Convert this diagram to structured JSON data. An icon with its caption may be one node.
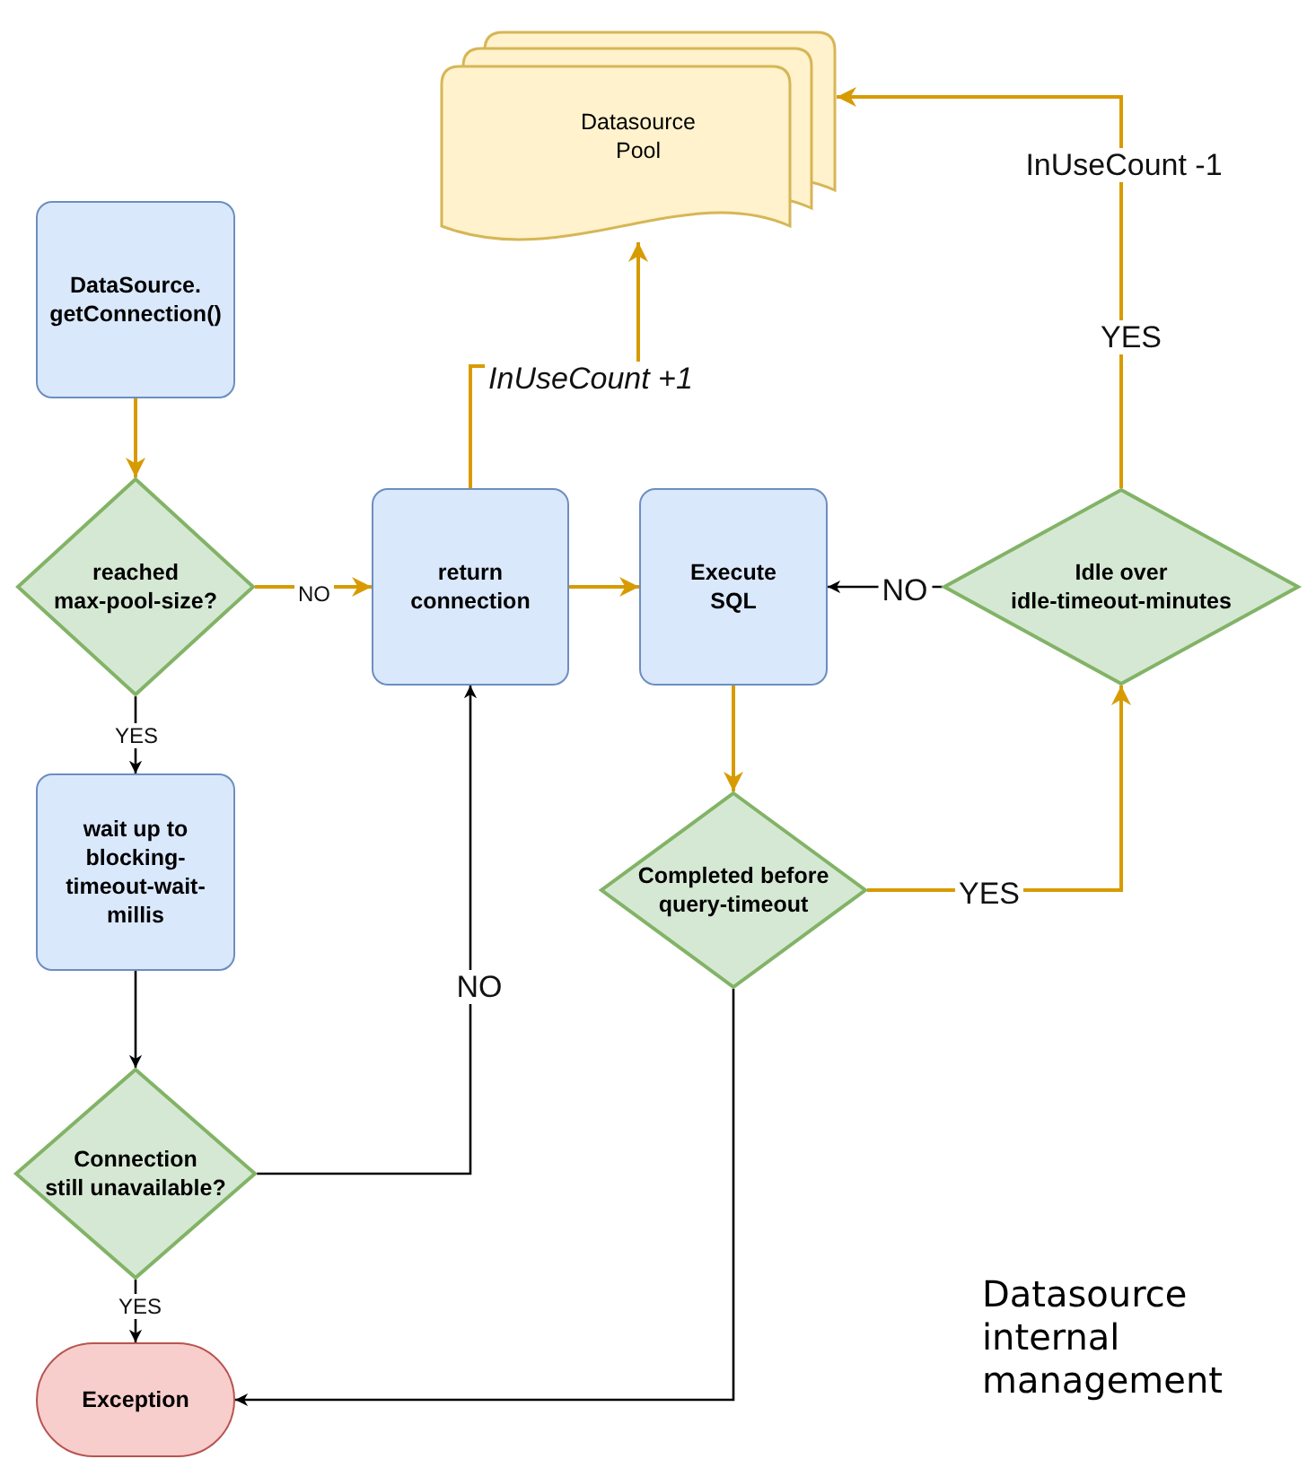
{
  "diagram": {
    "title": "Datasource internal management",
    "nodes": [
      {
        "text": [
          "Datasource Pool"
        ]
      },
      {
        "text": [
          "DataSource. getConnection()"
        ]
      },
      {
        "text": [
          "reached max-pool-size?"
        ]
      },
      {
        "text": [
          "return connection"
        ]
      },
      {
        "text": [
          "Execute SQL"
        ]
      },
      {
        "text": [
          "Idle over idle-timeout-minutes"
        ]
      },
      {
        "text": [
          "wait up to blocking-timeout-wait-millis"
        ]
      },
      {
        "text": [
          "Completed before query-timeout"
        ]
      },
      {
        "text": [
          "Connection still unavailable?"
        ]
      },
      {
        "text": [
          "Exception"
        ]
      }
    ],
    "edges": [
      {
        "from": 1,
        "to": 2,
        "arrow": "to"
      },
      {
        "from": 2,
        "to": 3,
        "arrow": "to",
        "label": "NO"
      },
      {
        "from": 2,
        "to": 6,
        "arrow": "to",
        "label": "YES",
        "color": "#000000"
      },
      {
        "from": 3,
        "to": 0,
        "arrow": "to",
        "label": "InUseCount +1"
      },
      {
        "from": 3,
        "to": 4,
        "arrow": "to"
      },
      {
        "from": 5,
        "to": 4,
        "arrow": "to",
        "label": "NO",
        "color": "#000000"
      },
      {
        "from": 5,
        "to": 0,
        "arrow": "to",
        "label": "YES"
      },
      {
        "from": 4,
        "to": 7,
        "arrow": "to"
      },
      {
        "from": 7,
        "to": 5,
        "arrow": "to",
        "label": "YES"
      },
      {
        "from": 7,
        "to": 9,
        "arrow": "to",
        "color": "#000000"
      },
      {
        "from": 6,
        "to": 8,
        "arrow": "to",
        "color": "#000000"
      },
      {
        "from": 8,
        "to": 3,
        "arrow": "to",
        "label": "NO",
        "color": "#000000"
      },
      {
        "from": 8,
        "to": 9,
        "arrow": "to",
        "label": "YES",
        "color": "#000000"
      }
    ],
    "labels": [
      "InUseCount -1"
    ]
  }
}
